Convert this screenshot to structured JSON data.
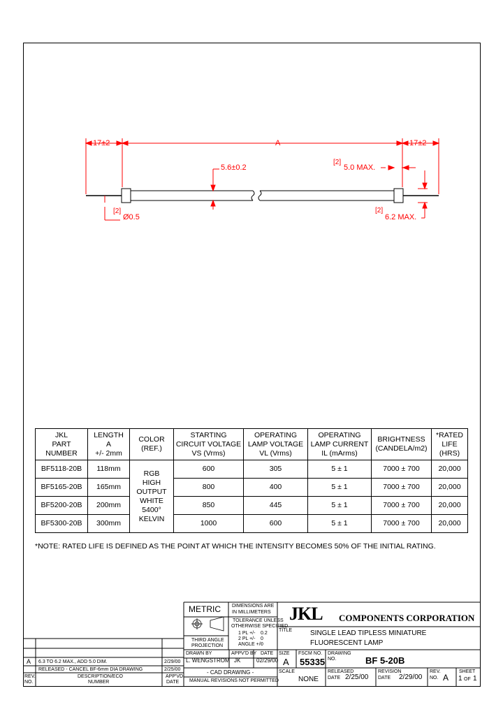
{
  "drawing": {
    "dim_left_lead": "17±2",
    "dim_length": "A",
    "dim_right_lead": "17±2",
    "dim_tube_dia": "5.6±0.2",
    "dim_end_cap": "5.0 MAX.",
    "dim_end_cap_ref": "[2]",
    "dim_lead_ref": "[2]",
    "dim_lead_dia": "Ø0.5",
    "dim_end_ref": "[2]",
    "dim_end_max": "6.2 MAX."
  },
  "spec_table": {
    "headers": [
      [
        "JKL",
        "PART",
        "NUMBER"
      ],
      [
        "LENGTH",
        "A",
        "+/- 2mm"
      ],
      [
        "COLOR",
        "(REF.)"
      ],
      [
        "STARTING",
        "CIRCUIT VOLTAGE",
        "VS (Vrms)"
      ],
      [
        "OPERATING",
        "LAMP VOLTAGE",
        "VL (Vrms)"
      ],
      [
        "OPERATING",
        "LAMP CURRENT",
        "IL (mArms)"
      ],
      [
        "BRIGHTNESS",
        "(CANDELA/m2)"
      ],
      [
        "*RATED",
        "LIFE (HRS)"
      ]
    ],
    "color_lines": [
      "RGB",
      "HIGH",
      "OUTPUT",
      "WHITE",
      "5400°",
      "KELVIN"
    ],
    "rows": [
      {
        "part": "BF5118-20B",
        "length": "118mm",
        "vs": "600",
        "vl": "305",
        "il": "5 ± 1",
        "brightness": "7000 ± 700",
        "life": "20,000"
      },
      {
        "part": "BF5165-20B",
        "length": "165mm",
        "vs": "800",
        "vl": "400",
        "il": "5 ± 1",
        "brightness": "7000 ± 700",
        "life": "20,000"
      },
      {
        "part": "BF5200-20B",
        "length": "200mm",
        "vs": "850",
        "vl": "445",
        "il": "5 ± 1",
        "brightness": "7000 ± 700",
        "life": "20,000"
      },
      {
        "part": "BF5300-20B",
        "length": "300mm",
        "vs": "1000",
        "vl": "600",
        "il": "5 ± 1",
        "brightness": "7000 ± 700",
        "life": "20,000"
      }
    ]
  },
  "note": "*NOTE:  RATED LIFE IS DEFINED AS THE POINT AT WHICH THE INTENSITY BECOMES 50% OF THE INITIAL RATING.",
  "title_block": {
    "metric": "METRIC",
    "dim_are": "DIMENSIONS ARE",
    "in_mm": "IN MILLIMETERS",
    "tol_unless": "TOLERANCE UNLESS",
    "otherwise": "OTHERWISE SPECIFIED",
    "tol1_label": "1 PL +/-",
    "tol1": "0.2",
    "tol2_label": "2 PL +/-",
    "tol2": "0",
    "tol3_label": "ANGLE +/-",
    "tol3": "0",
    "third_angle": "THIRD ANGLE",
    "projection": "PROJECTION",
    "logo": "JKL",
    "company": "COMPONENTS CORPORATION",
    "title_label": "TITLE",
    "title_line1": "SINGLE LEAD TIPLESS MINIATURE",
    "title_line2": "FLUORESCENT LAMP",
    "drawn_by_label": "DRAWN BY",
    "drawn_by": "L. WENGSTROM",
    "apvd_label": "APPV'D BY",
    "apvd": "JK",
    "date_label": "DATE",
    "date": "02/29/00",
    "size_label": "SIZE",
    "size": "A",
    "fscm_label": "FSCM NO.",
    "fscm": "55335",
    "drawing_label": "DRAWING",
    "no_label": "NO.",
    "drawing_no": "BF 5-20B",
    "cad": "- CAD DRAWING -",
    "manual": "MANUAL REVISIONS NOT PERMITTED",
    "scale_label": "SCALE",
    "scale": "NONE",
    "released_label": "RELEASED",
    "released_date_label": "DATE",
    "released_date": "2/25/00",
    "revision_label": "REVISION",
    "revision_date_label": "DATE",
    "revision_date": "2/29/00",
    "rev_label": "REV.",
    "rev_no_label": "NO.",
    "rev": "A",
    "sheet_label": "SHEET",
    "sheet_no": "1",
    "sheet_of": "OF",
    "sheet_total": "1"
  },
  "revisions": {
    "rows": [
      {
        "rev": "A",
        "desc": "6.3 TO 6.2 MAX., ADD 5.0 DIM.",
        "date": "2/29/00"
      },
      {
        "rev": "",
        "desc": "RELEASED - CANCEL BF-6mm DIA DRAWING",
        "date": "2/25/00"
      }
    ],
    "head_rev": "REV.",
    "head_rev2": "NO.",
    "head_desc": "DESCRIPTION/ECO",
    "head_desc2": "NUMBER",
    "head_appvd": "APP'VD",
    "head_date": "DATE"
  }
}
